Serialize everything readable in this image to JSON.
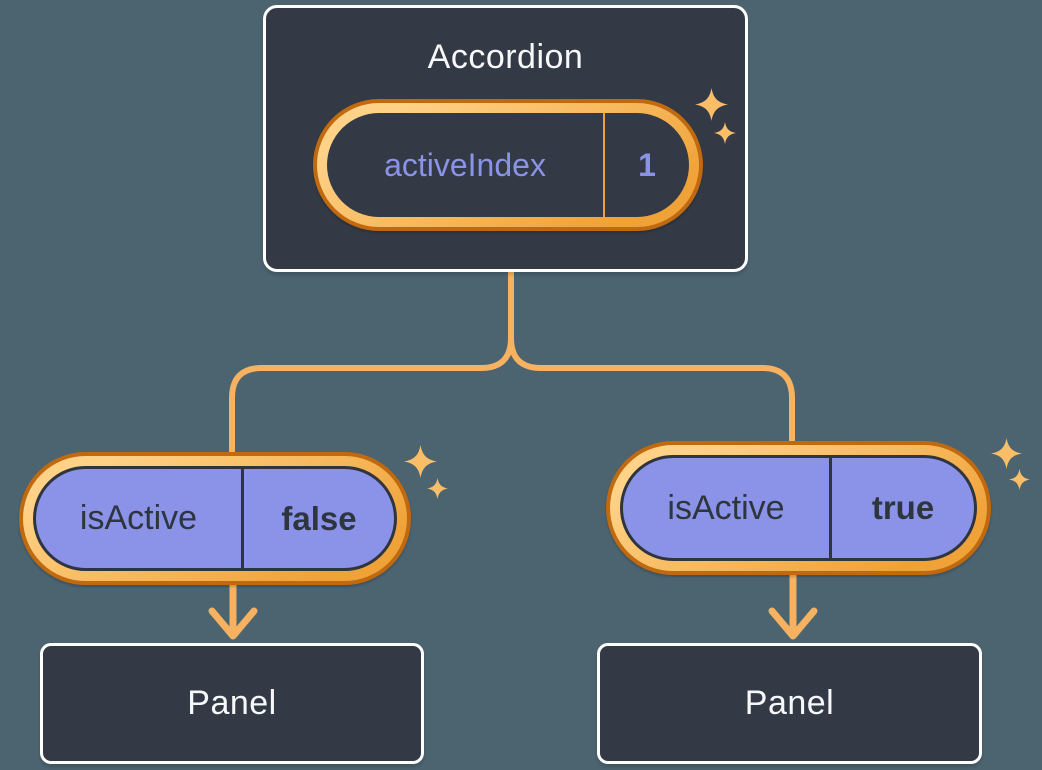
{
  "theme": {
    "background": "#4C6370",
    "card": "#333A46",
    "card_border": "#FFFFFF",
    "connector": "#F6B161",
    "ring_light": "#FFD287",
    "ring_mid": "#EFA238",
    "ring_dark": "#C0690F",
    "prop_purple": "#8A93E8",
    "text_light": "#F6F8FA",
    "text_dark": "#2F353E",
    "state_divider": "#EBA03C",
    "sparkle": "#F9BE67"
  },
  "diagram": {
    "root": {
      "title": "Accordion",
      "state": {
        "name": "activeIndex",
        "value": "1"
      }
    },
    "children": [
      {
        "prop": {
          "name": "isActive",
          "value": "false"
        },
        "panel_label": "Panel"
      },
      {
        "prop": {
          "name": "isActive",
          "value": "true"
        },
        "panel_label": "Panel"
      }
    ]
  }
}
